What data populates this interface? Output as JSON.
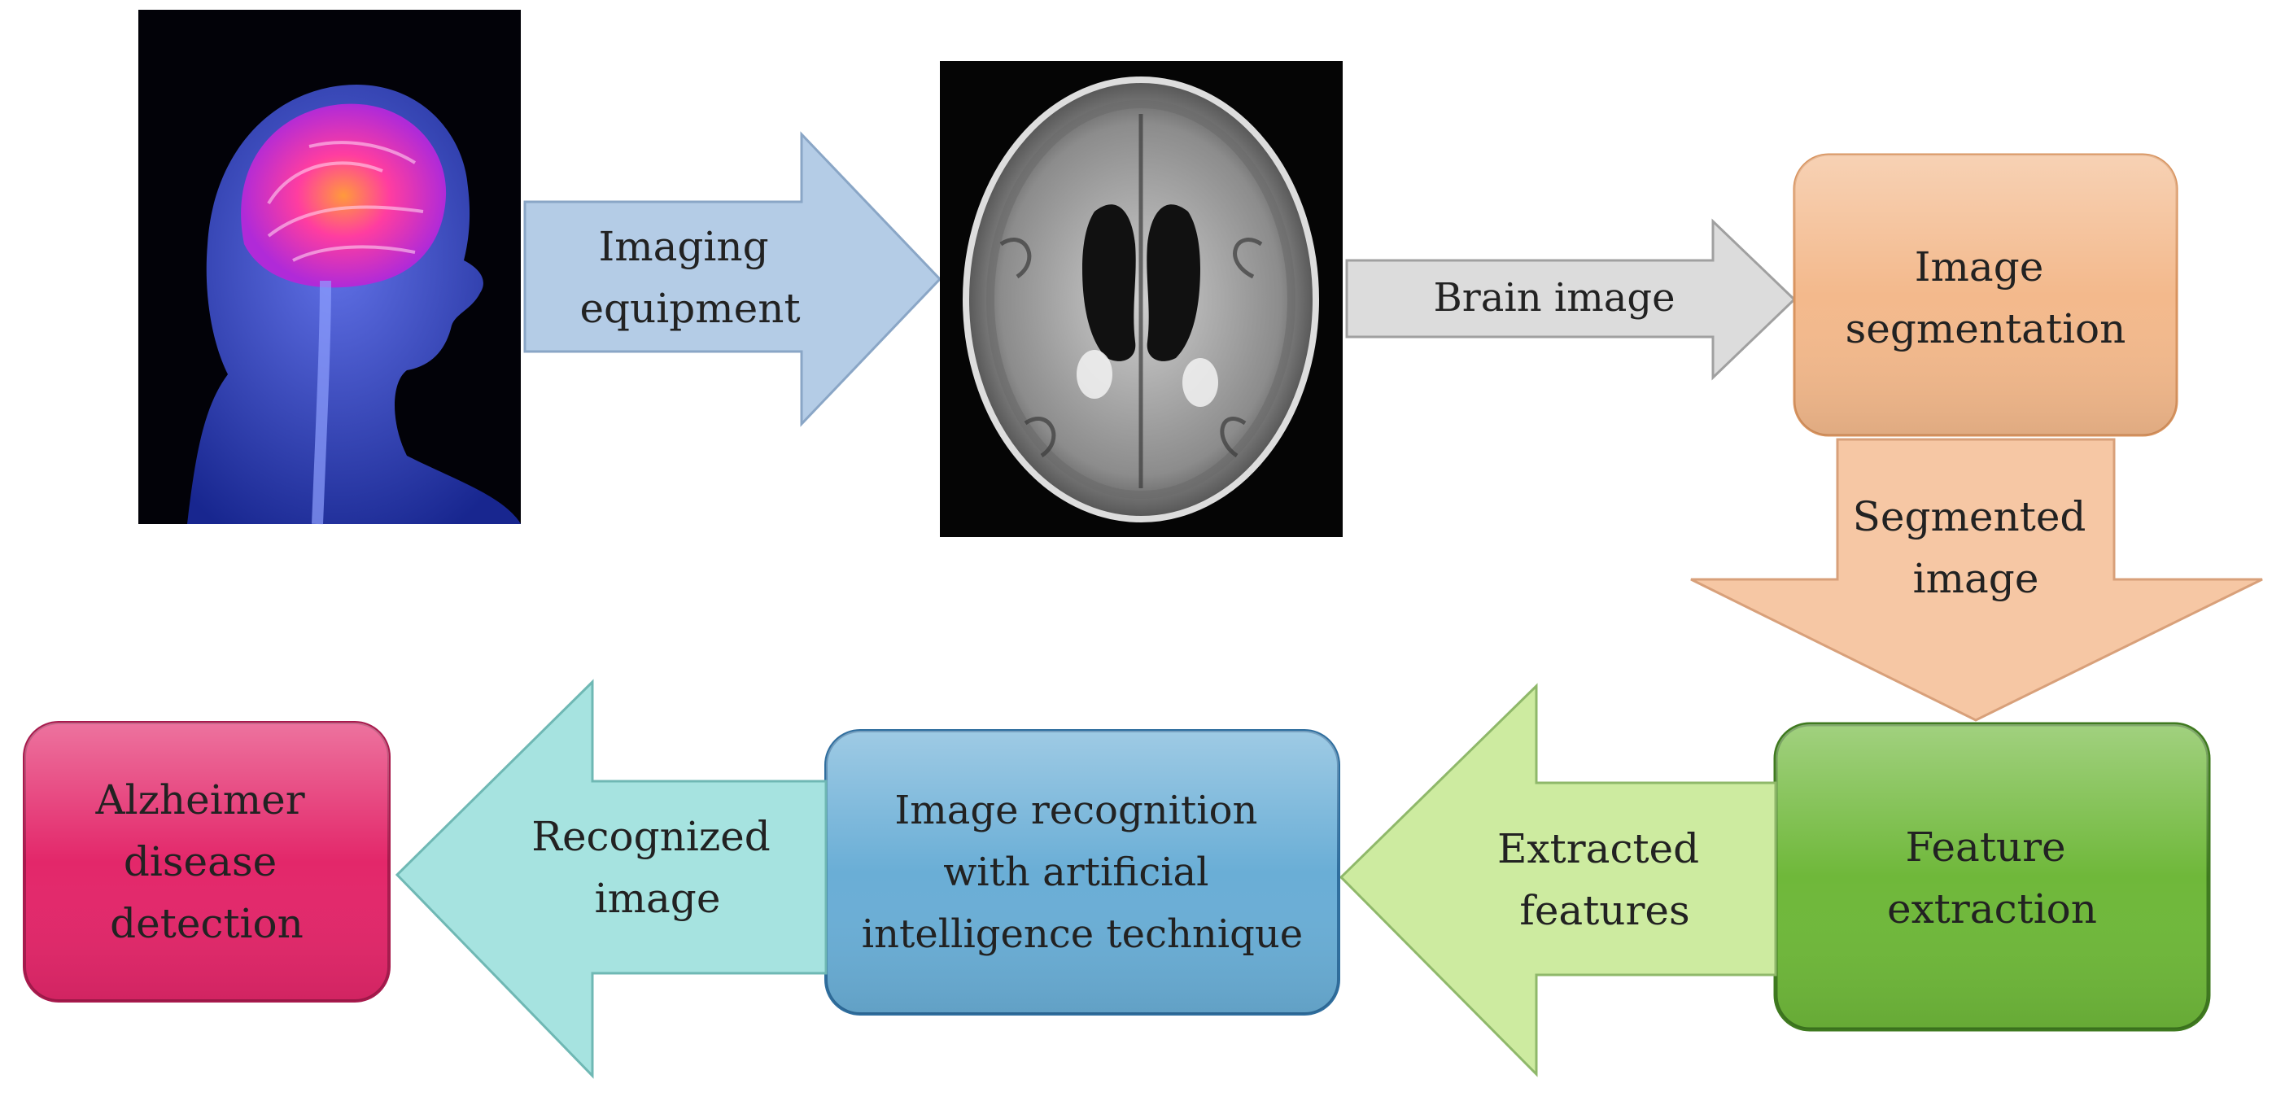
{
  "colors": {
    "arrow_blue": "#b4cce6",
    "arrow_gray": "#dcdcdc",
    "segmentation_box": "#f3b98c",
    "segmented_arrow": "#f6c7a4",
    "feature_box": "#6fb83a",
    "extracted_arrow": "#cdeba0",
    "recognition_box": "#6aaed6",
    "recognized_arrow": "#a6e3e0",
    "alzheimer_box": "#e3276a",
    "text": "#222222"
  },
  "pictures": {
    "head": "human-head-brain-illustration",
    "scan": "axial-brain-mri-scan"
  },
  "steps": {
    "imaging_equipment": [
      "Imaging",
      "equipment"
    ],
    "brain_image": [
      "Brain image"
    ],
    "image_segmentation": [
      "Image",
      "segmentation"
    ],
    "segmented_image": [
      "Segmented",
      "image"
    ],
    "feature_extraction": [
      "Feature",
      "extraction"
    ],
    "extracted_features": [
      "Extracted",
      "features"
    ],
    "image_recognition": [
      "Image recognition",
      "with artificial",
      "intelligence technique"
    ],
    "recognized_image": [
      "Recognized",
      "image"
    ],
    "alzheimer_detection": [
      "Alzheimer",
      "disease",
      "detection"
    ]
  }
}
